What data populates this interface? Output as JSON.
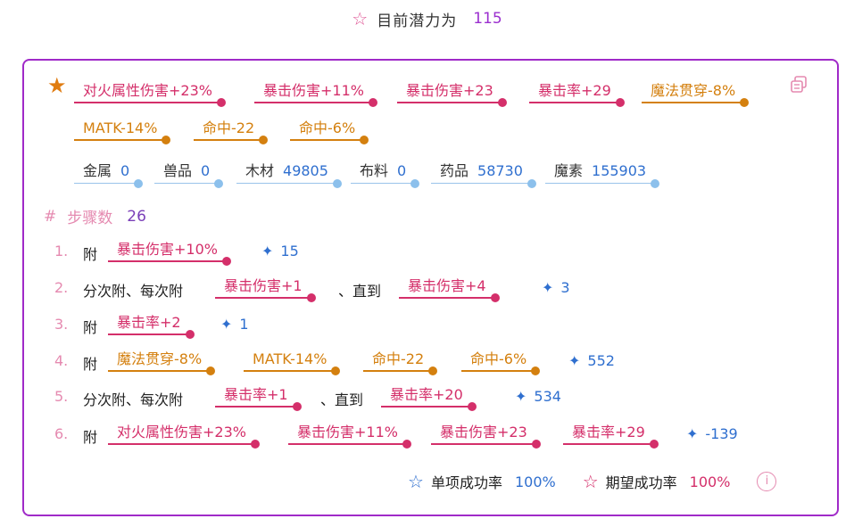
{
  "header": {
    "label": "目前潜力为",
    "value": "115"
  },
  "target_tags": [
    {
      "text": "对火属性伤害+23%",
      "color": "red"
    },
    {
      "text": "暴击伤害+11%",
      "color": "red"
    },
    {
      "text": "暴击伤害+23",
      "color": "red"
    },
    {
      "text": "暴击率+29",
      "color": "red"
    },
    {
      "text": "魔法贯穿-8%",
      "color": "orange"
    },
    {
      "text": "MATK-14%",
      "color": "orange"
    },
    {
      "text": "命中-22",
      "color": "orange"
    },
    {
      "text": "命中-6%",
      "color": "orange"
    }
  ],
  "materials": [
    {
      "name": "金属",
      "value": "0"
    },
    {
      "name": "兽品",
      "value": "0"
    },
    {
      "name": "木材",
      "value": "49805"
    },
    {
      "name": "布料",
      "value": "0"
    },
    {
      "name": "药品",
      "value": "58730"
    },
    {
      "name": "魔素",
      "value": "155903"
    }
  ],
  "steps_header": {
    "hash": "#",
    "label": "步骤数",
    "count": "26"
  },
  "steps": [
    {
      "idx": "1.",
      "prefix": "附",
      "tags": [
        "暴击伤害+10%"
      ],
      "potential": "15"
    },
    {
      "idx": "2.",
      "prefix": "分次附、每次附",
      "tags": [
        "暴击伤害+1"
      ],
      "mid": "、直到",
      "tags2": [
        "暴击伤害+4"
      ],
      "potential": "3"
    },
    {
      "idx": "3.",
      "prefix": "附",
      "tags": [
        "暴击率+2"
      ],
      "potential": "1"
    },
    {
      "idx": "4.",
      "prefix": "附",
      "tags": [
        "魔法贯穿-8%",
        "MATK-14%",
        "命中-22",
        "命中-6%"
      ],
      "potential": "552"
    },
    {
      "idx": "5.",
      "prefix": "分次附、每次附",
      "tags": [
        "暴击率+1"
      ],
      "mid": "、直到",
      "tags2": [
        "暴击率+20"
      ],
      "potential": "534"
    },
    {
      "idx": "6.",
      "prefix": "附",
      "tags": [
        "对火属性伤害+23%",
        "暴击伤害+11%",
        "暴击伤害+23",
        "暴击率+29"
      ],
      "potential": "-139"
    }
  ],
  "footer": {
    "single_label": "单项成功率",
    "single_value": "100%",
    "expected_label": "期望成功率",
    "expected_value": "100%",
    "info_icon": "i"
  },
  "icons": {
    "header_star": "☆",
    "panel_star": "★",
    "spark": "✦",
    "footer_star": "☆"
  }
}
